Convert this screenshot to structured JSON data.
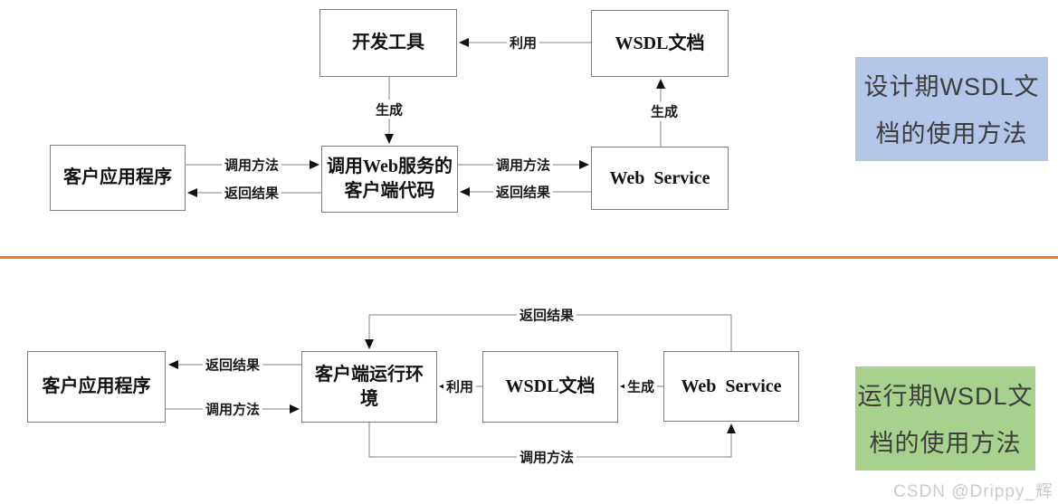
{
  "design_phase": {
    "caption": "设计期WSDL文\n档的使用方法",
    "nodes": {
      "dev_tools": "开发工具",
      "wsdl_doc": "WSDL文档",
      "client_app": "客户应用程序",
      "client_code": "调用Web服务的\n客户端代码",
      "web_service": "Web  Service"
    }
  },
  "runtime_phase": {
    "caption": "运行期WSDL文\n档的使用方法",
    "nodes": {
      "client_app": "客户应用程序",
      "client_runtime": "客户端运行环\n境",
      "wsdl_doc": "WSDL文档",
      "web_service": "Web  Service"
    }
  },
  "edge_labels": {
    "invoke_method": "调用方法",
    "return_result": "返回结果",
    "generate": "生成",
    "use": "利用"
  },
  "watermark": "CSDN @Drippy_辉",
  "colors": {
    "design_caption_bg": "#b4c6e7",
    "runtime_caption_bg": "#a9d18e",
    "divider": "#ed7d31",
    "connector_line": "#808080"
  }
}
